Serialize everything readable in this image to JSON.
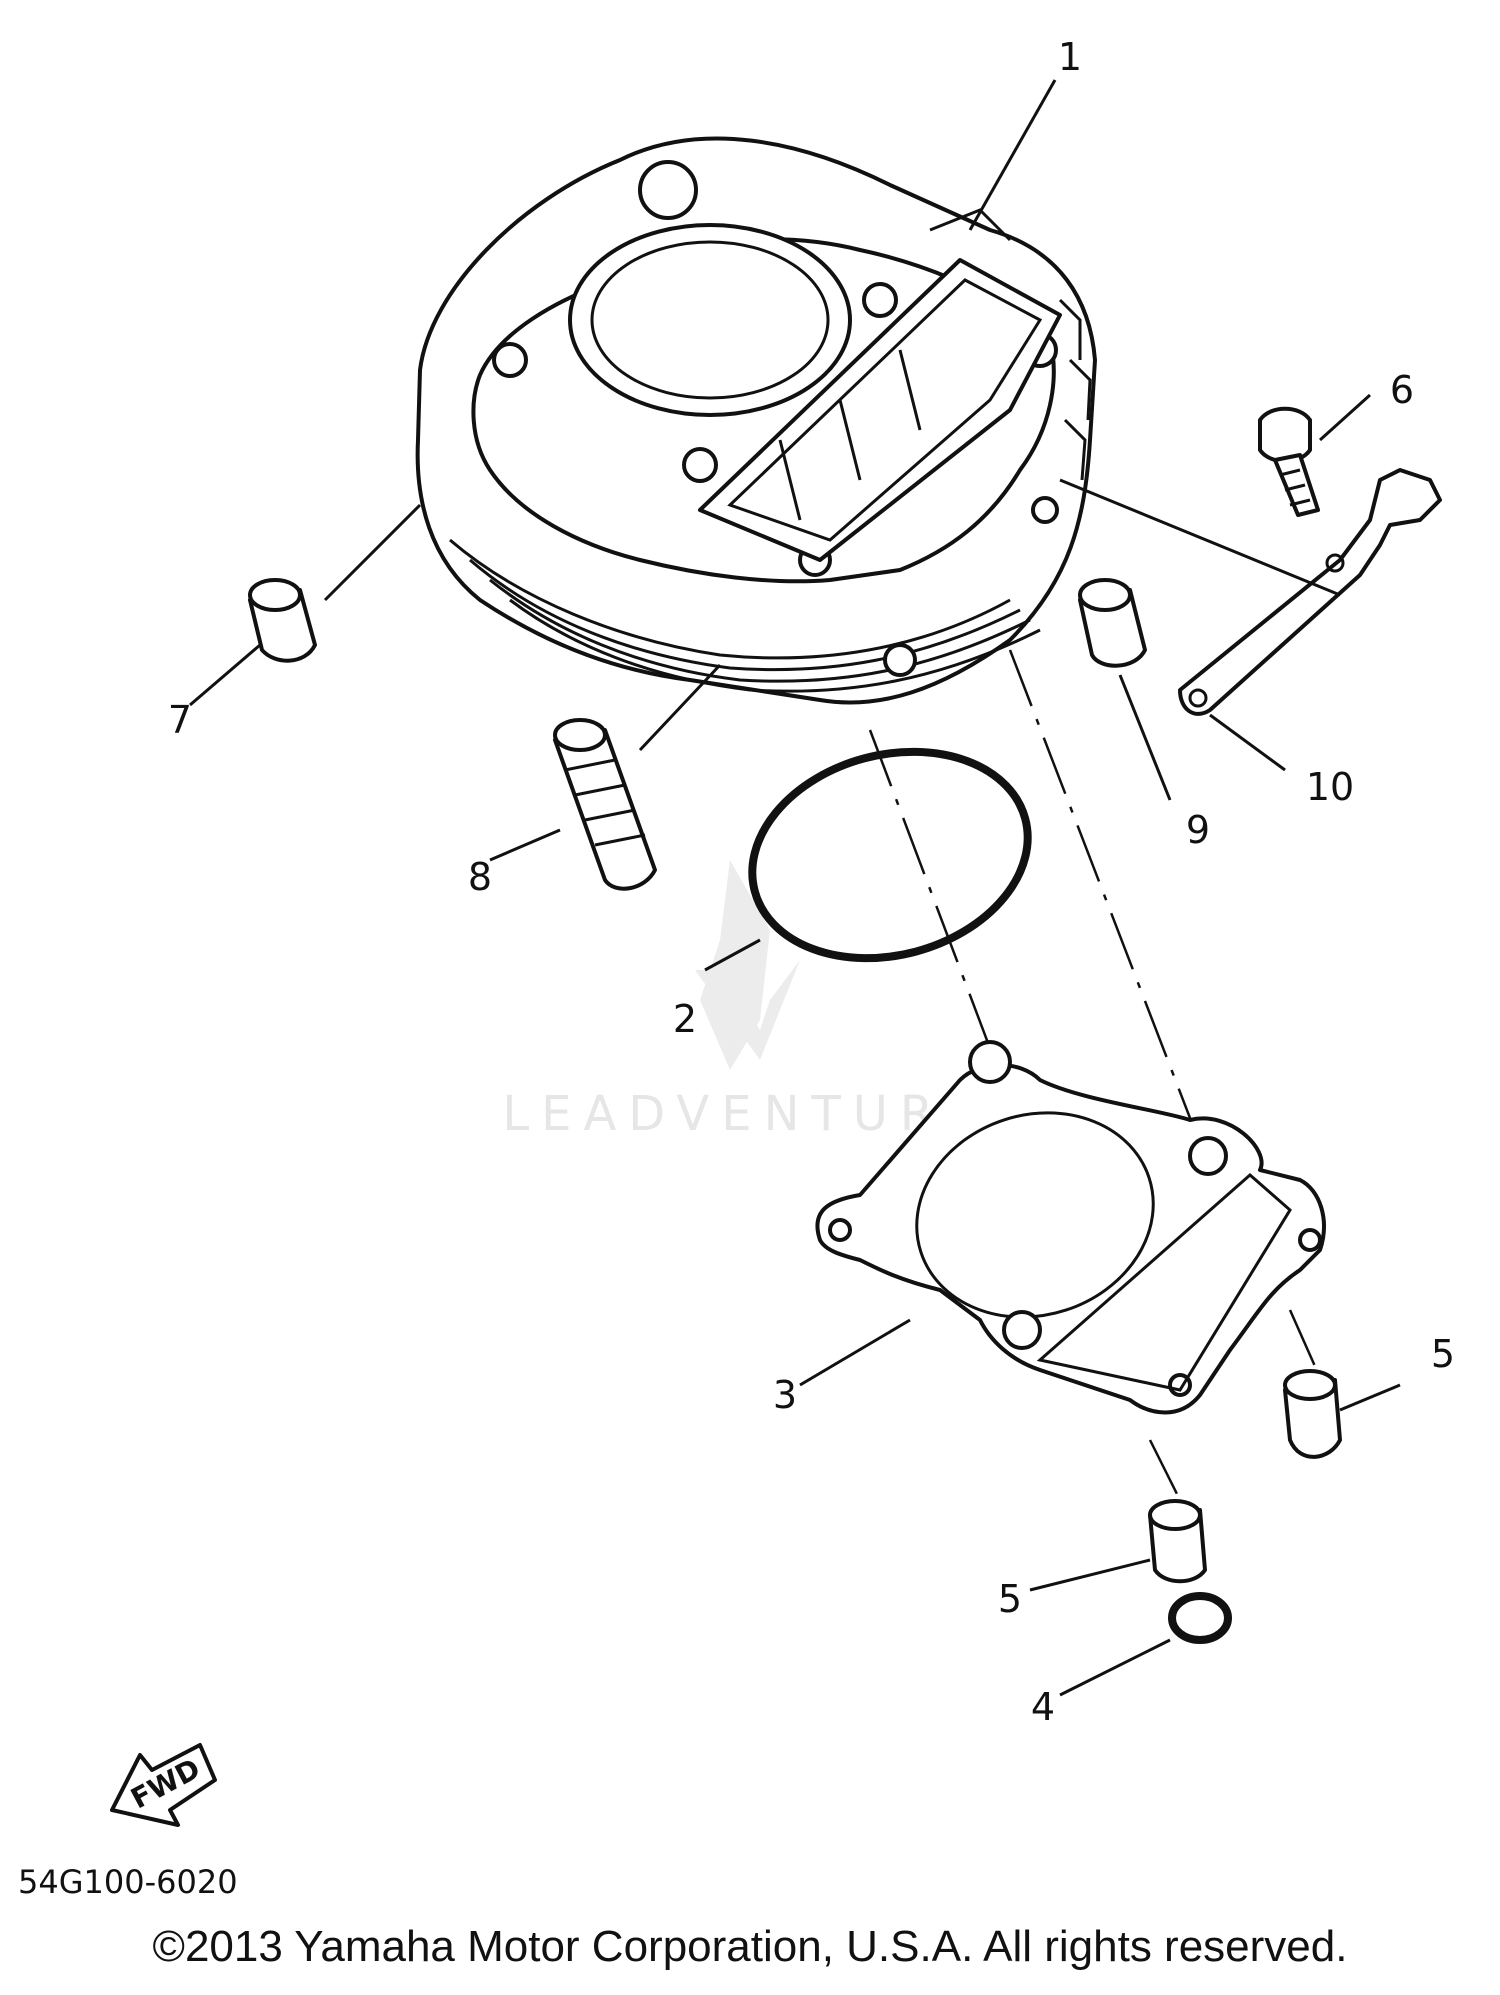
{
  "diagram": {
    "diagram_code": "54G100-6020",
    "fwd_label": "FWD",
    "watermark": "LEADVENTURE",
    "copyright": "©2013 Yamaha Motor Corporation, U.S.A. All rights reserved.",
    "callouts": [
      {
        "id": "1",
        "part": "cylinder"
      },
      {
        "id": "2",
        "part": "o-ring"
      },
      {
        "id": "3",
        "part": "cylinder gasket"
      },
      {
        "id": "4",
        "part": "o-ring small"
      },
      {
        "id": "5",
        "part": "dowel pin"
      },
      {
        "id": "5",
        "part": "dowel pin"
      },
      {
        "id": "6",
        "part": "bolt"
      },
      {
        "id": "7",
        "part": "dowel pin"
      },
      {
        "id": "8",
        "part": "stud bolt"
      },
      {
        "id": "9",
        "part": "dowel pin"
      },
      {
        "id": "10",
        "part": "bracket"
      }
    ]
  }
}
